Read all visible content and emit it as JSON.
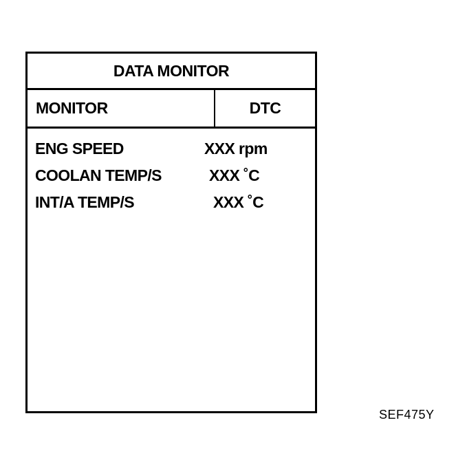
{
  "screen": {
    "title": "DATA MONITOR",
    "header": {
      "monitor_label": "MONITOR",
      "dtc_label": "DTC"
    },
    "items": [
      {
        "label": "ENG SPEED",
        "value": "XXX rpm"
      },
      {
        "label": "COOLAN TEMP/S",
        "value": "XXX ˚C"
      },
      {
        "label": "INT/A TEMP/S",
        "value": "XXX ˚C"
      }
    ]
  },
  "figure_code": "SEF475Y"
}
